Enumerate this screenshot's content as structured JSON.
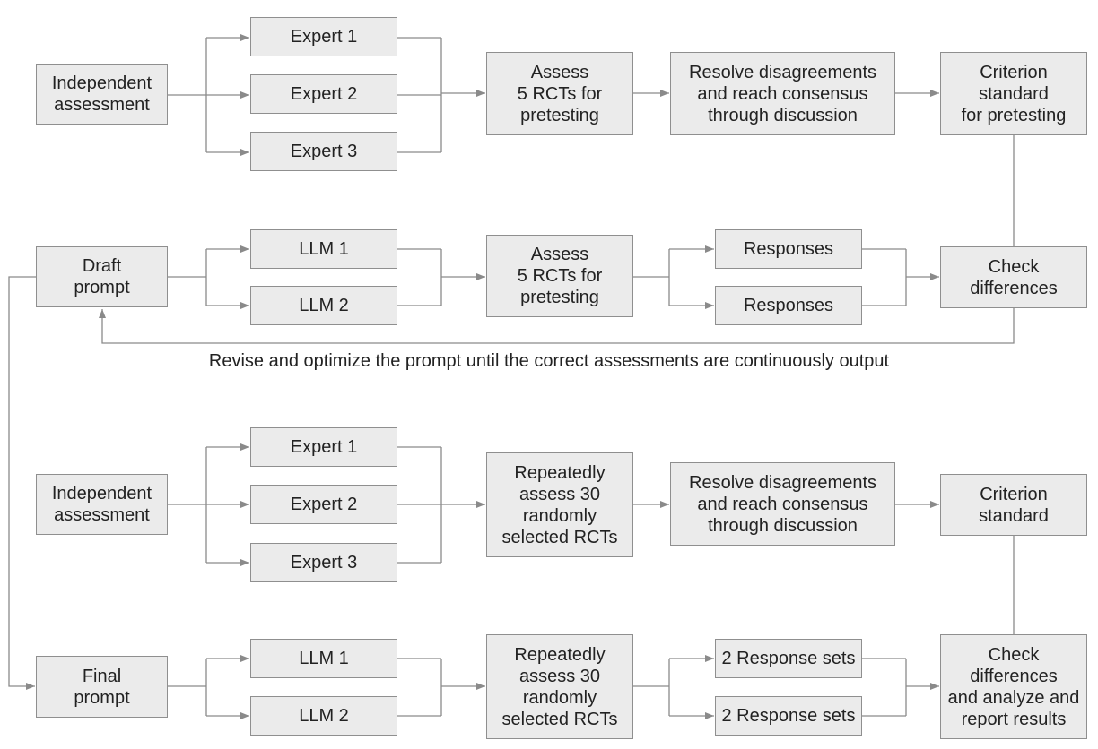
{
  "colors": {
    "box_fill": "#ebebeb",
    "box_border": "#8f8f8f",
    "connector": "#8a8a8a",
    "text": "#222222"
  },
  "row1": {
    "independent_assessment": "Independent\nassessment",
    "expert_1": "Expert 1",
    "expert_2": "Expert 2",
    "expert_3": "Expert 3",
    "assess": "Assess\n5 RCTs for\npretesting",
    "resolve": "Resolve disagreements\nand reach consensus\nthrough discussion",
    "criterion": "Criterion\nstandard\nfor pretesting"
  },
  "row2": {
    "draft_prompt": "Draft\nprompt",
    "llm_1": "LLM 1",
    "llm_2": "LLM 2",
    "assess": "Assess\n5 RCTs for\npretesting",
    "responses_1": "Responses",
    "responses_2": "Responses",
    "check": "Check\ndifferences",
    "feedback_caption": "Revise and optimize the prompt until the correct assessments are continuously output"
  },
  "row3": {
    "independent_assessment": "Independent\nassessment",
    "expert_1": "Expert 1",
    "expert_2": "Expert 2",
    "expert_3": "Expert 3",
    "assess": "Repeatedly\nassess 30\nrandomly\nselected RCTs",
    "resolve": "Resolve disagreements\nand reach consensus\nthrough discussion",
    "criterion": "Criterion\nstandard"
  },
  "row4": {
    "final_prompt": "Final\nprompt",
    "llm_1": "LLM 1",
    "llm_2": "LLM 2",
    "assess": "Repeatedly\nassess 30\nrandomly\nselected RCTs",
    "response_sets_1": "2 Response sets",
    "response_sets_2": "2 Response sets",
    "check": "Check\ndifferences\nand analyze and\nreport results"
  }
}
